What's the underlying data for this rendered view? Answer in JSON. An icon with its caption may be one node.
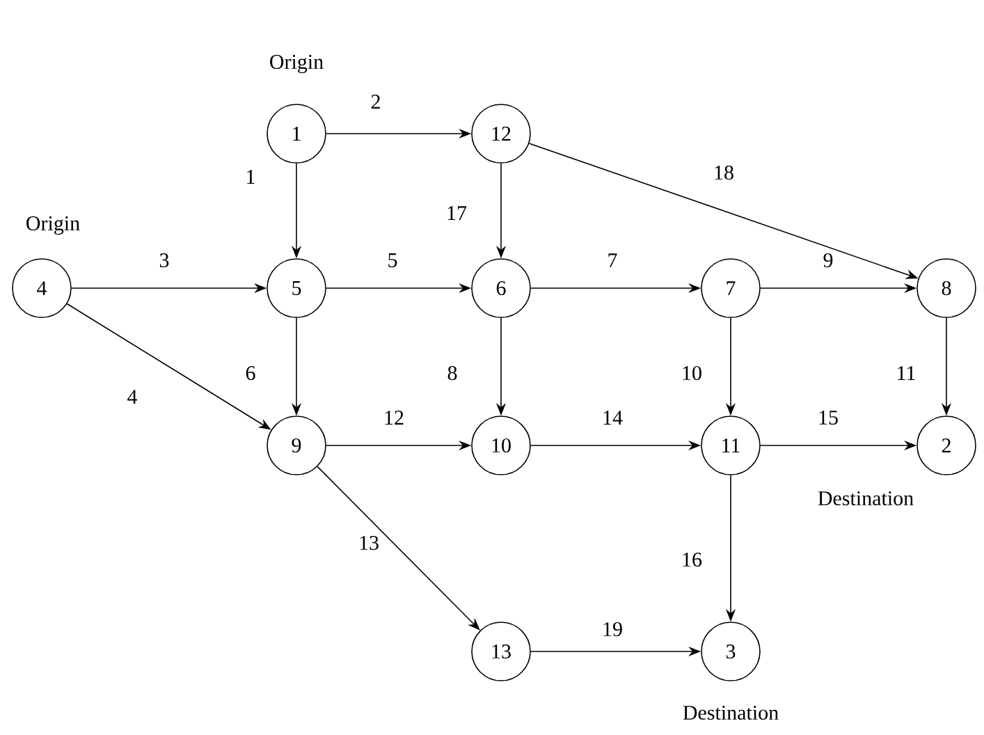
{
  "diagram": {
    "nodes": [
      {
        "text": [
          "1"
        ],
        "beside": [
          "Origin"
        ]
      },
      {
        "text": [
          "12"
        ]
      },
      {
        "text": [
          "4"
        ],
        "beside": [
          "Origin"
        ]
      },
      {
        "text": [
          "5"
        ]
      },
      {
        "text": [
          "6"
        ]
      },
      {
        "text": [
          "7"
        ]
      },
      {
        "text": [
          "8"
        ]
      },
      {
        "text": [
          "9"
        ]
      },
      {
        "text": [
          "10"
        ]
      },
      {
        "text": [
          "11"
        ]
      },
      {
        "text": [
          "2"
        ],
        "beside": [
          "Destination"
        ]
      },
      {
        "text": [
          "13"
        ]
      },
      {
        "text": [
          "3"
        ],
        "beside": [
          "Destination"
        ]
      }
    ],
    "edges": [
      {
        "from": 0,
        "to": 3,
        "arrow": "to",
        "label": "1"
      },
      {
        "from": 0,
        "to": 1,
        "arrow": "to",
        "label": "2"
      },
      {
        "from": 2,
        "to": 3,
        "arrow": "to",
        "label": "3"
      },
      {
        "from": 2,
        "to": 7,
        "arrow": "to",
        "label": "4"
      },
      {
        "from": 3,
        "to": 4,
        "arrow": "to",
        "label": "5"
      },
      {
        "from": 3,
        "to": 7,
        "arrow": "to",
        "label": "6"
      },
      {
        "from": 4,
        "to": 5,
        "arrow": "to",
        "label": "7"
      },
      {
        "from": 4,
        "to": 8,
        "arrow": "to",
        "label": "8"
      },
      {
        "from": 5,
        "to": 6,
        "arrow": "to",
        "label": "9"
      },
      {
        "from": 5,
        "to": 9,
        "arrow": "to",
        "label": "10"
      },
      {
        "from": 6,
        "to": 10,
        "arrow": "to",
        "label": "11"
      },
      {
        "from": 7,
        "to": 8,
        "arrow": "to",
        "label": "12"
      },
      {
        "from": 7,
        "to": 11,
        "arrow": "to",
        "label": "13"
      },
      {
        "from": 8,
        "to": 9,
        "arrow": "to",
        "label": "14"
      },
      {
        "from": 9,
        "to": 10,
        "arrow": "to",
        "label": "15"
      },
      {
        "from": 9,
        "to": 12,
        "arrow": "to",
        "label": "16"
      },
      {
        "from": 1,
        "to": 4,
        "arrow": "to",
        "label": "17"
      },
      {
        "from": 1,
        "to": 6,
        "arrow": "to",
        "label": "18"
      },
      {
        "from": 11,
        "to": 12,
        "arrow": "to",
        "label": "19"
      }
    ]
  }
}
